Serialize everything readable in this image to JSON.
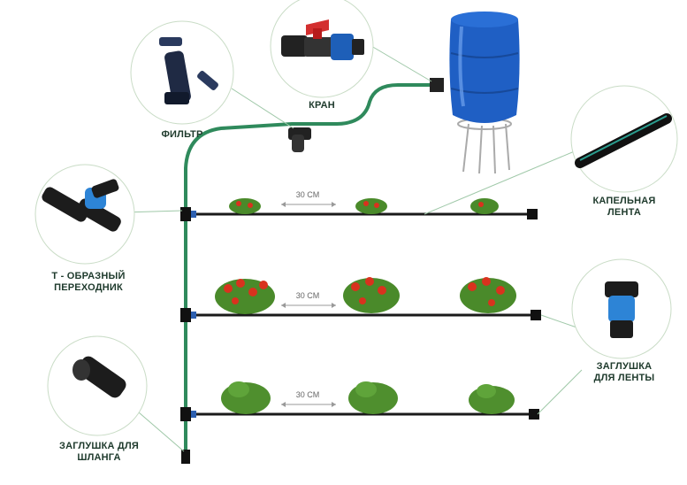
{
  "labels": {
    "filter": "ФИЛЬТР",
    "valve": "КРАН",
    "drip_tape": "КАПЕЛЬНАЯ\nЛЕНТА",
    "tee": "Т - ОБРАЗНЫЙ\nПЕРЕХОДНИК",
    "tape_plug": "ЗАГЛУШКА\nДЛЯ ЛЕНТЫ",
    "hose_plug": "ЗАГЛУШКА ДЛЯ\nШЛАНГА"
  },
  "spacing": [
    "30 СМ",
    "30 СМ",
    "30 СМ"
  ],
  "colors": {
    "hose": "#2f8a5c",
    "tape": "#1a1a1a",
    "barrel": "#1f5fc4",
    "leader": "#9fc8a8",
    "leaf": "#4a8a2a",
    "tomato": "#d9321e"
  },
  "rows": [
    {
      "plants": 3,
      "fruit": "few"
    },
    {
      "plants": 3,
      "fruit": "many"
    },
    {
      "plants": 3,
      "fruit": "none"
    }
  ]
}
